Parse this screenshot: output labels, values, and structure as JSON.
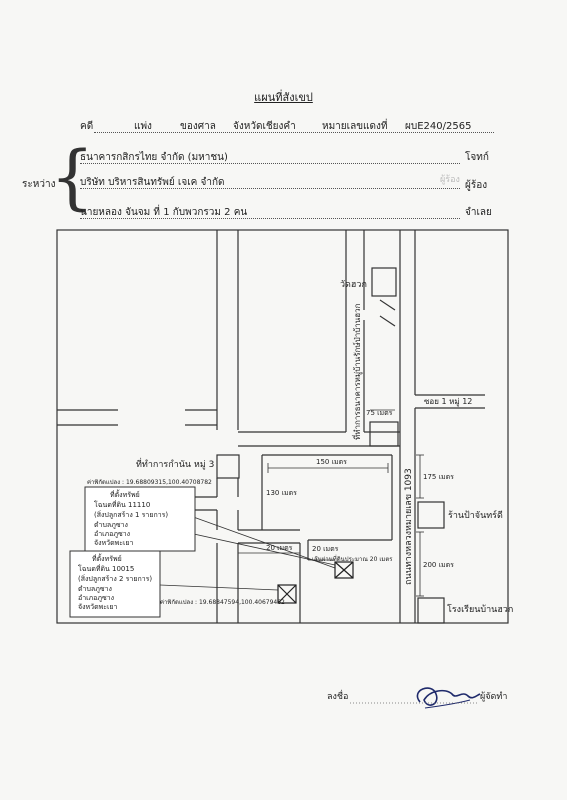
{
  "title": "แผนที่สังเขป",
  "header": {
    "case_label": "คดี",
    "case_type": "แพ่ง",
    "court_prefix": "ของศาล",
    "court_name": "จังหวัดเชียงคำ",
    "red_no_label": "หมายเลขแดงที่",
    "red_no_value": "ผบE240/2565"
  },
  "between_label": "ระหว่าง",
  "parties": {
    "plaintiff_name": "ธนาคารกสิกรไทย จำกัด (มหาชน)",
    "plaintiff_role": "โจทก์",
    "petitioner_name": "บริษัท บริหารสินทรัพย์ เจเค จำกัด",
    "petitioner_role": "ผู้ร้อง",
    "petitioner_faint": "ผู้ร้อง",
    "defendant_name": "นายหลอง จันจม ที่ 1 กับพวกรวม 2 คน",
    "defendant_role": "จำเลย"
  },
  "map": {
    "temple": "วัดฮวก",
    "village_office": "ที่ทำการธนาคารหมู่บ้านรักษ์ป่าบ้านฮวก",
    "dist_75": "75 เมตร",
    "soi": "ซอย 1 หมู่ 12",
    "headman_office": "ที่ทำการกำนัน หมู่ 3",
    "dist_150": "150 เมตร",
    "dist_130": "130 เมตร",
    "dist_175": "175 เมตร",
    "dist_20a": "20 เมตร",
    "dist_20b": "20 เมตร",
    "path_note": "เส้นผ่านที่ดินประมาณ 20 เมตร",
    "highway": "ถนนทางหลวงหมายเลข 1093",
    "shop": "ร้านป้าจันทร์ดี",
    "dist_200": "200 เมตร",
    "school": "โรงเรียนบ้านฮวก",
    "coord_1": "ค่าพิกัดแปลง : 19.68809315,100.40708782",
    "coord_2": "ค่าพิกัดแปลง : 19.68847594,100.40679462",
    "box1": {
      "title": "ที่ตั้งทรัพย์",
      "line1": "โฉนดที่ดิน 11110",
      "line2": "(สิ่งปลูกสร้าง 1 รายการ)",
      "line3": "ตำบลภูซาง",
      "line4": "อำเภอภูซาง",
      "line5": "จังหวัดพะเยา"
    },
    "box2": {
      "title": "ที่ตั้งทรัพย์",
      "line1": "โฉนดที่ดิน 10015",
      "line2": "(สิ่งปลูกสร้าง 2 รายการ)",
      "line3": "ตำบลภูซาง",
      "line4": "อำเภอภูซาง",
      "line5": "จังหวัดพะเยา"
    }
  },
  "signature": {
    "sign_label": "ลงชื่อ",
    "role": "ผู้จัดทำ"
  }
}
